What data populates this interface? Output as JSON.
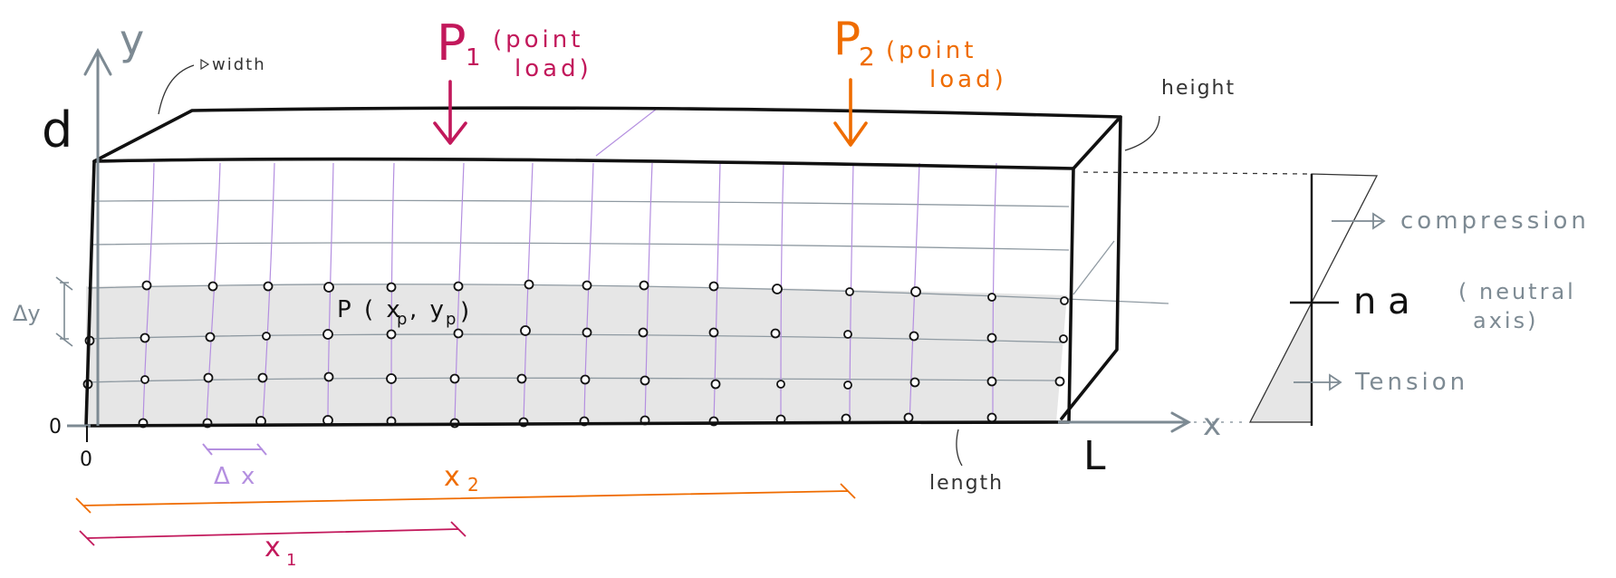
{
  "axes": {
    "y_label": "y",
    "x_label": "x",
    "top_label": "d",
    "y_origin_label": "0",
    "x_origin_label": "0",
    "x_end_label": "L"
  },
  "beam": {
    "width_label": "width",
    "height_label": "height",
    "length_label": "length"
  },
  "loads": [
    {
      "symbol": "P",
      "subscript": "1",
      "note_line1": "(point",
      "note_line2": "load)",
      "color": "#c2185b"
    },
    {
      "symbol": "P",
      "subscript": "2",
      "note_line1": "(point",
      "note_line2": "load)",
      "color": "#ef6c00"
    }
  ],
  "grid": {
    "point_label": "P ( x",
    "point_sub": "p",
    "point_mid": ", y",
    "point_sub2": "p",
    "point_close": ")",
    "dy_label": "Δy",
    "dx_label": "Δ x"
  },
  "dimensions": {
    "x1_label": "x",
    "x1_sub": "1",
    "x2_label": "x",
    "x2_sub": "2"
  },
  "stress": {
    "compression_label": "compression",
    "na_label": "n a",
    "neutral_line1": "( neutral",
    "neutral_line2": "axis)",
    "tension_label": "Tension"
  },
  "colors": {
    "ink": "#111111",
    "gray": "#7d8a93",
    "purple": "#b48fe0",
    "magenta": "#c2185b",
    "orange": "#ef6c00",
    "fill": "#e6e6e6"
  }
}
